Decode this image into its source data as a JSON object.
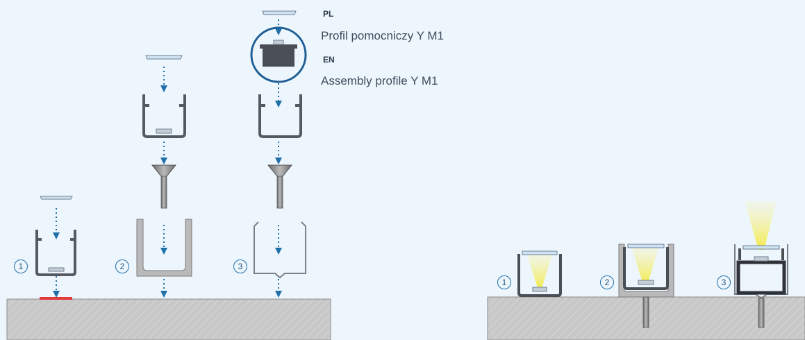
{
  "legend": {
    "pl_code": "PL",
    "pl_text": "Profil pomocniczy Y M1",
    "en_code": "EN",
    "en_text": "Assembly profile Y M1"
  },
  "steps": [
    "1",
    "2",
    "3"
  ],
  "colors": {
    "background": "#eef6fd",
    "arrow": "#1f6fa8",
    "profile": "#555a60",
    "surface": "#c6c6c6",
    "adhesive": "#e23a3a",
    "light": "#f3ee55"
  }
}
